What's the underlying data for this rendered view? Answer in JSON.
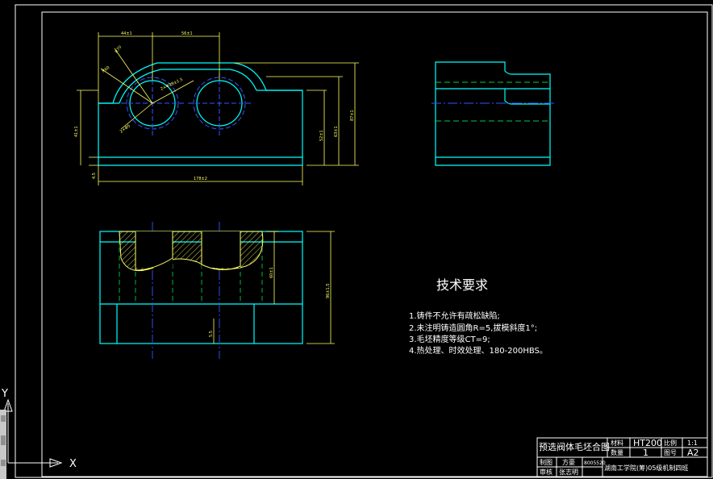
{
  "technical_requirements": {
    "title": "技术要求",
    "items": [
      "1.铸件不允许有疏松缺陷;",
      "2.未注明铸造圆角R=5,拔模斜度1°;",
      "3.毛坯精度等级CT=9;",
      "4.热处理、时效处理、180-200HBS。"
    ]
  },
  "title_block": {
    "drawing_name": "预选阀体毛坯合图",
    "material_label": "材料",
    "material": "HT200",
    "scale_label": "比例",
    "scale": "1:1",
    "quantity_label": "数量",
    "quantity": "1",
    "sheet_label": "图号",
    "sheet": "A2",
    "drawn_label": "制图",
    "drawn_by": "方豪",
    "student_id": "8005520",
    "checked_label": "审核",
    "checked_by": "张志明",
    "school": "湖南工学院(筹)05级机制四班"
  },
  "dimensions": {
    "d_top_left": "44±1",
    "d_top_right": "56±1",
    "d_r70": "R70",
    "d_r60": "R60",
    "d_bore": "2×Φ39±1.5",
    "d_bore2": "2×Φ5",
    "d_height_total": "87±1",
    "d_height_mid": "63±1",
    "d_height_low": "52±1",
    "d_left_h": "41±1",
    "d_bottom": "4.5",
    "d_length": "178±2",
    "d_side_h": "60±1",
    "d_side_total": "96±1.5",
    "d_small": "5.5"
  },
  "ucs": {
    "x_label": "X",
    "y_label": "Y"
  },
  "colors": {
    "background": "#000000",
    "outline": "#00ffff",
    "border": "#ffffff",
    "dimension": "#ffff66",
    "centerline": "#3355ff",
    "hidden": "#00cc44",
    "hatch": "#ffff66"
  }
}
